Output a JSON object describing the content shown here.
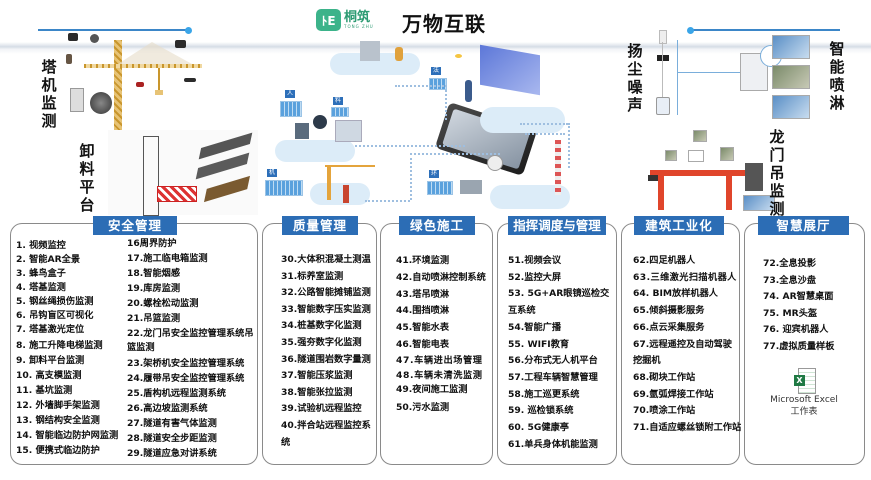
{
  "header": {
    "logo_mark": "ﾄE",
    "logo_cn": "桐筑",
    "logo_en": "TONG ZHU",
    "title": "万物互联"
  },
  "side_labels": {
    "tower_crane": "塔机监测",
    "unloading_platform": "卸料平台",
    "dust_noise": "扬尘噪声",
    "smart_spray": "智能喷淋",
    "gantry_crane": "龙门吊监测"
  },
  "network_nodes": [
    "人",
    "料",
    "机",
    "环",
    "法"
  ],
  "colors": {
    "accent_blue": "#2c6db5",
    "logo_green": "#3cb38a",
    "line_blue": "#3b86c8",
    "card_border": "#8a8a8a"
  },
  "sections": [
    {
      "title": "安全管理",
      "col1": [
        "1.  视频监控",
        "2.  智能AR全景",
        "3.  蜂鸟盒子",
        "4.  塔基监测",
        "5.  钢丝绳损伤监测",
        "6.  吊钩盲区可视化",
        "7.  塔基激光定位",
        "8.  施工升降电梯监测",
        "9.  卸料平台监测",
        "10. 高支模监测",
        "11. 基坑监测",
        "12. 外墙脚手架监测",
        "13. 钢结构安全监测",
        "14. 智能临边防护网监测",
        "15. 便携式临边防护"
      ],
      "col2": [
        "16周界防护",
        "17.施工临电箱监测",
        "18.智能烟感",
        "19.库房监测",
        "20.螺栓松动监测",
        "21.吊篮监测",
        "22.龙门吊安全监控管理系统吊篮监测",
        "23.架桥机安全监控管理系统",
        "24.履带吊安全监控管理系统",
        "25.盾构机远程监测系统",
        "26.高边坡监测系统",
        "27.隧道有害气体监测",
        "28.隧道安全步距监测",
        "29.隧道应急对讲系统"
      ]
    },
    {
      "title": "质量管理",
      "items": [
        "30.大体积混凝土测温",
        "31.标养室监测",
        "32.公路智能摊铺监测",
        "33.智能数字压实监测",
        "34.桩基数字化监测",
        "35.强夯数字化监测",
        "36.隧道围岩数字量测",
        "37.智能压浆监测",
        "38.智能张拉监测",
        "39.试验机远程监控",
        "40.拌合站远程监控系统"
      ]
    },
    {
      "title": "绿色施工",
      "items": [
        "41.环境监测",
        "42.自动喷淋控制系统",
        "43.塔吊喷淋",
        "44.围挡喷淋",
        "45.智能水表",
        "46.智能电表",
        "47.车辆进出场管理",
        "48.车辆未清洗监测",
        "49.夜间施工监测",
        "50.污水监测"
      ]
    },
    {
      "title": "指挥调度与管理",
      "items": [
        "51.视频会议",
        "52.监控大屏",
        "53. 5G+AR眼镜巡检交互系统",
        "54.智能广播",
        "55. WIFI教育",
        "56.分布式无人机平台",
        "57.工程车辆智慧管理",
        "58.施工巡更系统",
        "59. 巡检锁系统",
        "60. 5G健康亭",
        "61.单兵身体机能监测"
      ]
    },
    {
      "title": "建筑工业化",
      "items": [
        "62.四足机器人",
        "63.三维激光扫描机器人",
        "64. BIM放样机器人",
        "65.倾斜摄影服务",
        "66.点云采集服务",
        "67.远程遥控及自动驾驶挖掘机",
        "68.砌块工作站",
        "69.氩弧焊接工作站",
        "70.喷涂工作站",
        "71.自适应螺丝锁附工作站"
      ]
    },
    {
      "title": "智慧展厅",
      "items": [
        "72.全息投影",
        "73.全息沙盘",
        "74. AR智慧桌面",
        "75. MR头盔",
        "76. 迎宾机器人",
        "77.虚拟质量样板"
      ],
      "attachment": {
        "icon": "excel-icon",
        "name": "Microsoft Excel",
        "type": "工作表"
      }
    }
  ]
}
